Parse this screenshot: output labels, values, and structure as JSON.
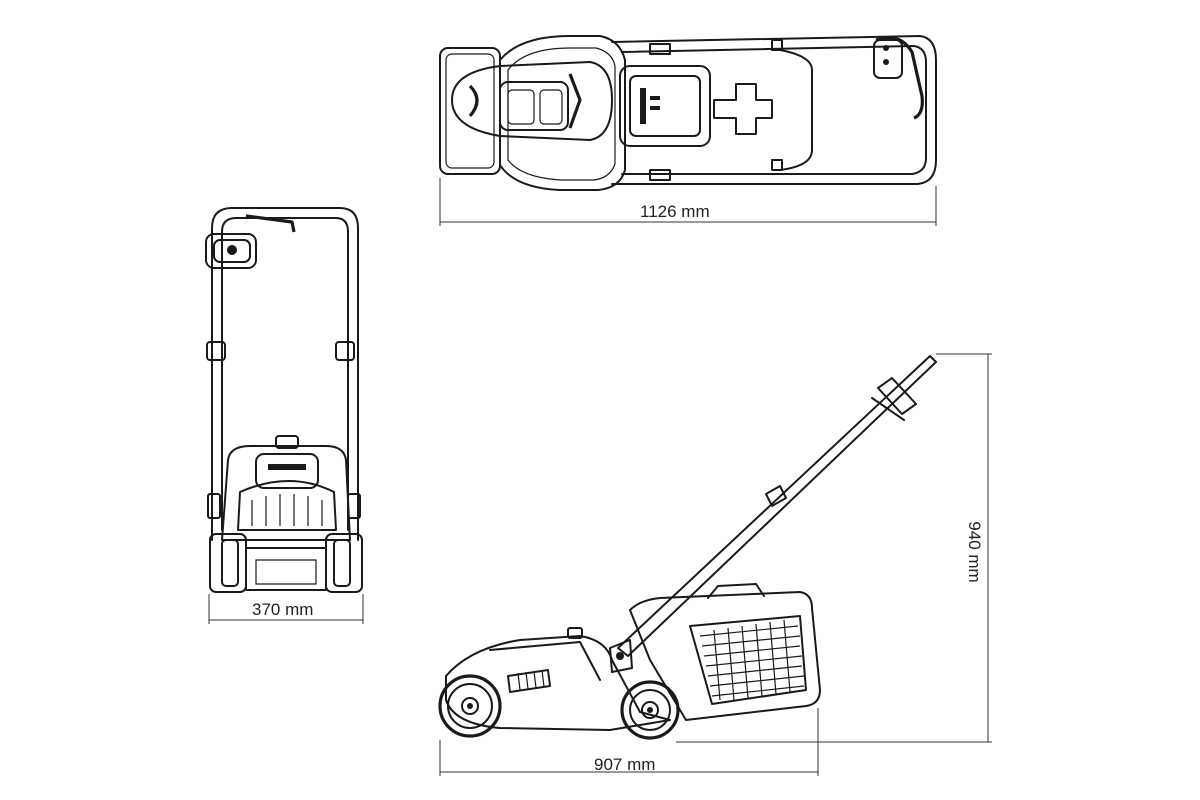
{
  "dimensions": {
    "length": "1126 mm",
    "width": "370 mm",
    "base_length": "907 mm",
    "height": "940 mm"
  },
  "colors": {
    "line": "#1a1a1a",
    "dimension_line": "#333333",
    "background": "#ffffff"
  }
}
